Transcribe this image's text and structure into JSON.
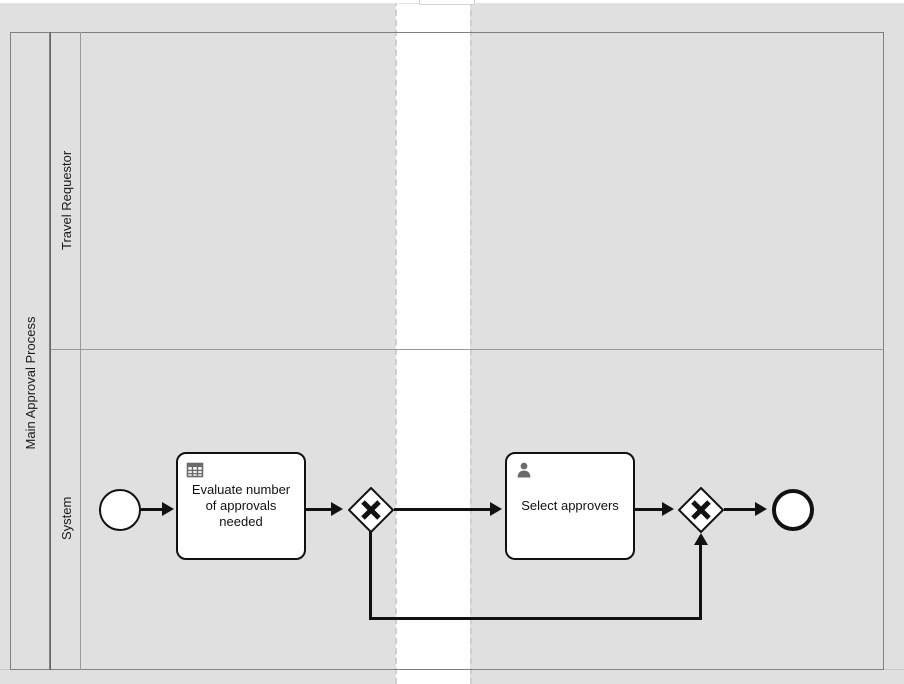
{
  "diagram": {
    "type": "bpmn-process-diagram",
    "notation": "BPMN 2.0",
    "pool": {
      "name": "Main Approval Process",
      "lanes": [
        {
          "id": "lane-travel-requestor",
          "name": "Travel Requestor"
        },
        {
          "id": "lane-system",
          "name": "System"
        }
      ]
    },
    "nodes": [
      {
        "id": "start-event",
        "type": "start-event",
        "label": "",
        "lane": "System",
        "icon": "circle-thin-icon"
      },
      {
        "id": "task-evaluate-approvals",
        "type": "business-rule-task",
        "label": "Evaluate number\nof approvals\nneeded",
        "lane": "System",
        "icon": "business-rule-table-icon"
      },
      {
        "id": "gateway-approvals-check",
        "type": "exclusive-gateway",
        "label": "X",
        "lane": "System",
        "icon": "exclusive-gateway-x-icon"
      },
      {
        "id": "task-select-approvers",
        "type": "user-task",
        "label": "Select approvers",
        "lane": "System",
        "icon": "user-person-icon"
      },
      {
        "id": "gateway-merge",
        "type": "exclusive-gateway",
        "label": "X",
        "lane": "System",
        "icon": "exclusive-gateway-x-icon"
      },
      {
        "id": "end-event",
        "type": "end-event",
        "label": "",
        "lane": "System",
        "icon": "circle-thick-icon"
      }
    ],
    "flows": [
      {
        "id": "flow-1",
        "from": "start-event",
        "to": "task-evaluate-approvals",
        "label": ""
      },
      {
        "id": "flow-2",
        "from": "task-evaluate-approvals",
        "to": "gateway-approvals-check",
        "label": ""
      },
      {
        "id": "flow-3",
        "from": "gateway-approvals-check",
        "to": "task-select-approvers",
        "label": ""
      },
      {
        "id": "flow-4",
        "from": "task-select-approvers",
        "to": "gateway-merge",
        "label": ""
      },
      {
        "id": "flow-5",
        "from": "gateway-merge",
        "to": "end-event",
        "label": ""
      },
      {
        "id": "flow-6-bypass",
        "from": "gateway-approvals-check",
        "to": "gateway-merge",
        "label": ""
      }
    ],
    "colors": {
      "canvas_background": "#e0e0e0",
      "page_gap": "#ffffff",
      "pool_border": "#808080",
      "lane_border": "#999999",
      "shape_fill": "#ffffff",
      "shape_stroke": "#111111",
      "icon_gray": "#666666",
      "pagebreak_guide": "#cfcfcf"
    }
  }
}
